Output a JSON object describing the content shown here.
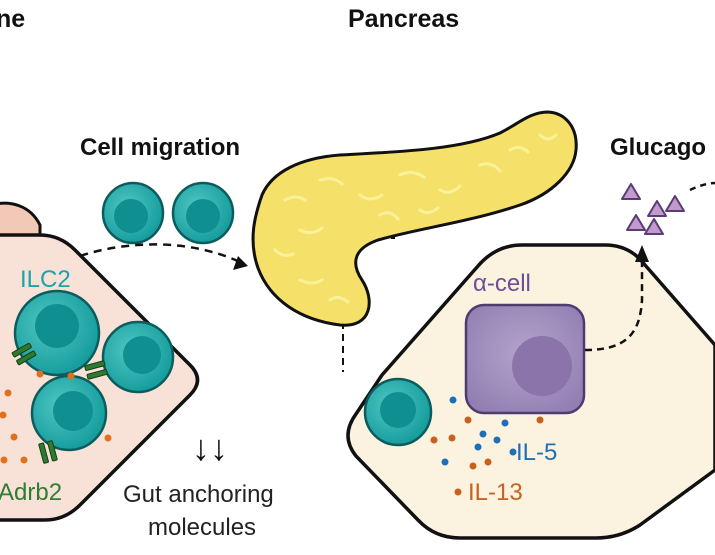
{
  "headings": {
    "left": "ne",
    "center": "Pancreas",
    "right": "Glucago"
  },
  "labels": {
    "cell_migration": "Cell migration",
    "ilc2": "ILC2",
    "adrb2": "Adrb2",
    "gut_anchoring_line1": "Gut anchoring",
    "gut_anchoring_line2": "molecules",
    "down_arrows": "↓↓",
    "alpha_cell": "α-cell",
    "il5": "IL-5",
    "il13": "IL-13"
  },
  "colors": {
    "ilc2_text": "#1ba3a8",
    "adrb2_text": "#2f7d32",
    "alpha_text": "#6e4d96",
    "il5_text": "#1f6fb8",
    "il13_text": "#c9611e",
    "cell_teal": "#1fa6a6",
    "alpha_purple": "#9b88b8",
    "pancreas_yellow": "#f5e06a",
    "gut_bg": "#f8e1d6",
    "panc_bg": "#fbf2e0",
    "glucagon": "#c29ad0"
  },
  "icons": {
    "cell": "teal-cell-icon",
    "receptor": "receptor-icon",
    "glucagon": "triangle-icon"
  }
}
